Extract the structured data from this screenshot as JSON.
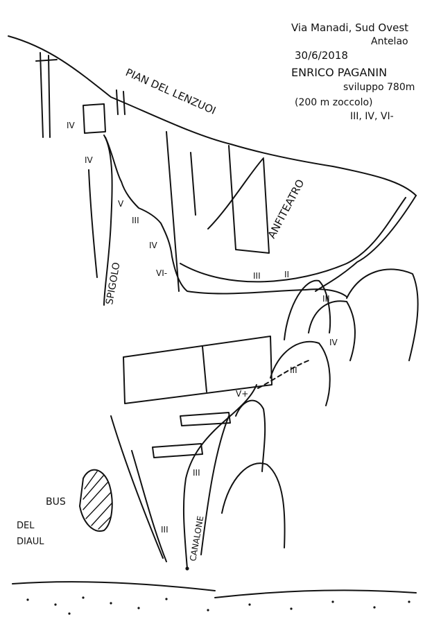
{
  "header": {
    "route_line1": "Via Manadi, Sud Ovest",
    "route_line2": "Antelao",
    "date": "30/6/2018",
    "author": "ENRICO PAGANIN",
    "length": "sviluppo 780m",
    "base": "(200 m zoccolo)",
    "grades": "III, IV, VI-"
  },
  "labels": {
    "pian": "PIAN DEL LENZUOI",
    "anfiteatro": "ANFITEATRO",
    "spigolo": "SPIGOLO",
    "canalone": "CANALONE",
    "bus": "BUS",
    "del": "DEL",
    "diaul": "DIAUL"
  },
  "grades": {
    "g_iv_top": "IV",
    "g_iv_left": "IV",
    "g_v": "V",
    "g_iii_a": "III",
    "g_iv_b": "IV",
    "g_vi_minus": "VI-",
    "g_iii_right": "III",
    "g_ii": "II",
    "g_iii_mid": "III",
    "g_iv_right": "IV",
    "g_iii_lower": "III",
    "g_v_plus": "V+",
    "g_iii_bottom": "III",
    "g_iii_bottom2": "III"
  },
  "colors": {
    "ink": "#111111",
    "paper": "#ffffff"
  }
}
